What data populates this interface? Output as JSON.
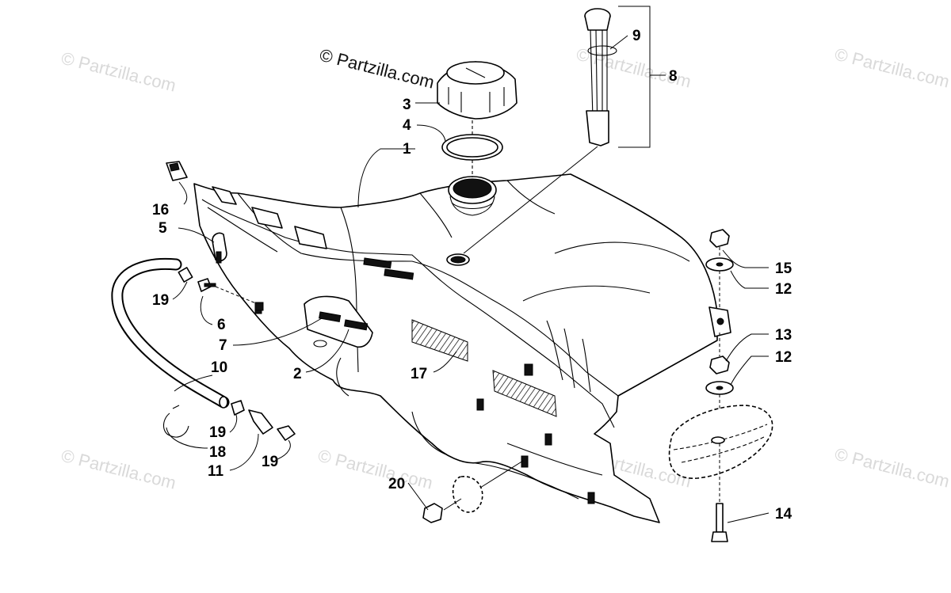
{
  "watermarks": [
    "© Partzilla.com",
    "© Partzilla.com",
    "© Partzilla.com",
    "© Partzilla.com",
    "© Partzilla.com",
    "© Partzilla.com",
    "© Partzilla.com",
    "© Partzilla.com"
  ],
  "callouts": {
    "c1": "1",
    "c2": "2",
    "c3": "3",
    "c4": "4",
    "c5": "5",
    "c6": "6",
    "c7": "7",
    "c8": "8",
    "c9": "9",
    "c10": "10",
    "c11": "11",
    "c12a": "12",
    "c12b": "12",
    "c13": "13",
    "c14": "14",
    "c15": "15",
    "c16": "16",
    "c17": "17",
    "c18": "18",
    "c19a": "19",
    "c19b": "19",
    "c19c": "19",
    "c20": "20"
  }
}
